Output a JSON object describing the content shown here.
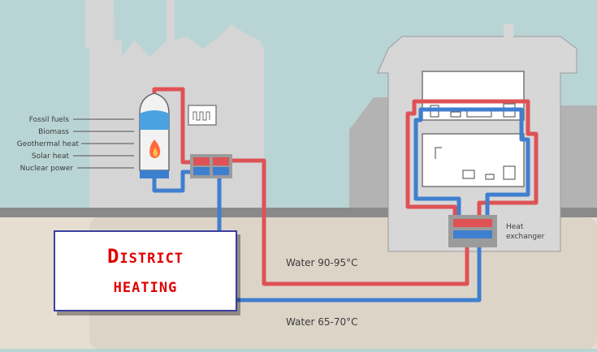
{
  "energy_sources": [
    "Fossil fuels",
    "Biomass",
    "Geothermal heat",
    "Solar heat",
    "Nuclear power"
  ],
  "labels": {
    "supply": "Water 90-95°C",
    "return": "Water 65-70°C",
    "heat_exchanger_line1": "Heat",
    "heat_exchanger_line2": "exchanger"
  },
  "title": {
    "line1": "District",
    "line2": "heating"
  },
  "colors": {
    "sky": "#b9d4d4",
    "ground": "#e7ded2",
    "building": "#d6d6d6",
    "hot_pipe": "#de5256",
    "cold_pipe": "#3f7fcf",
    "title_text": "#e00000",
    "title_border": "#3a3fa0"
  }
}
